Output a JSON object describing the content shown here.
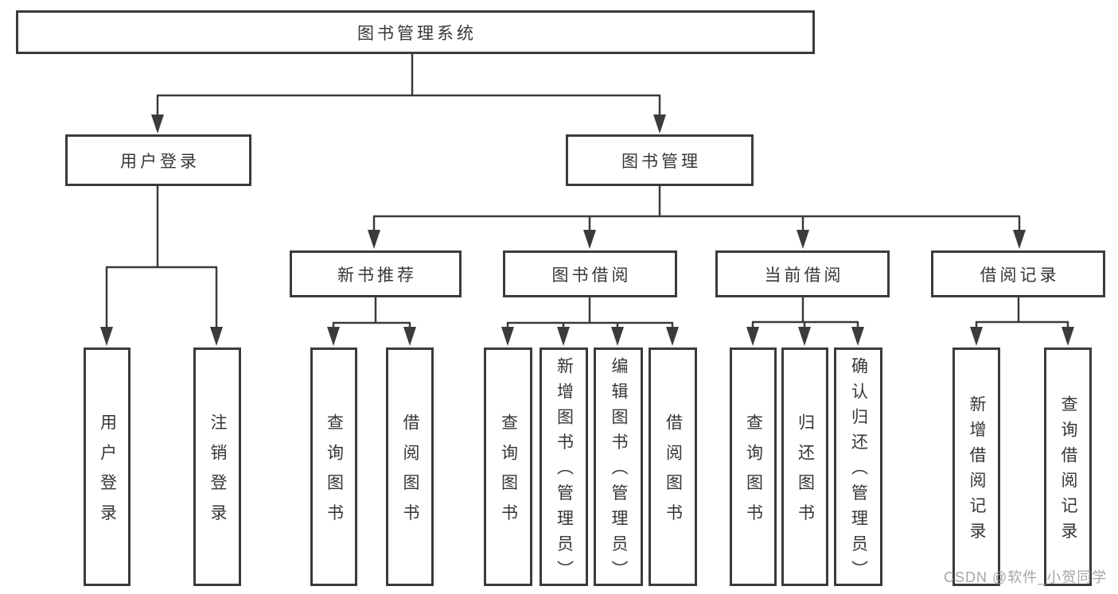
{
  "tree": {
    "label": "图书管理系统",
    "children": [
      {
        "label": "用户登录",
        "children": [
          {
            "label": "用户登录"
          },
          {
            "label": "注销登录"
          }
        ]
      },
      {
        "label": "图书管理",
        "children": [
          {
            "label": "新书推荐",
            "children": [
              {
                "label": "查询图书"
              },
              {
                "label": "借阅图书"
              }
            ]
          },
          {
            "label": "图书借阅",
            "children": [
              {
                "label": "查询图书"
              },
              {
                "label": "新增图书（管理员）"
              },
              {
                "label": "编辑图书（管理员）"
              },
              {
                "label": "借阅图书"
              }
            ]
          },
          {
            "label": "当前借阅",
            "children": [
              {
                "label": "查询图书"
              },
              {
                "label": "归还图书"
              },
              {
                "label": "确认归还（管理员）"
              }
            ]
          },
          {
            "label": "借阅记录",
            "children": [
              {
                "label": "新增借阅记录"
              },
              {
                "label": "查询借阅记录"
              }
            ]
          }
        ]
      }
    ]
  },
  "watermark": {
    "text": "CSDN @软件_小贺同学"
  },
  "colors": {
    "line": "#3b3b3b",
    "text": "#363636",
    "watermark_text": "#9e9e9e",
    "background": "#ffffff"
  }
}
